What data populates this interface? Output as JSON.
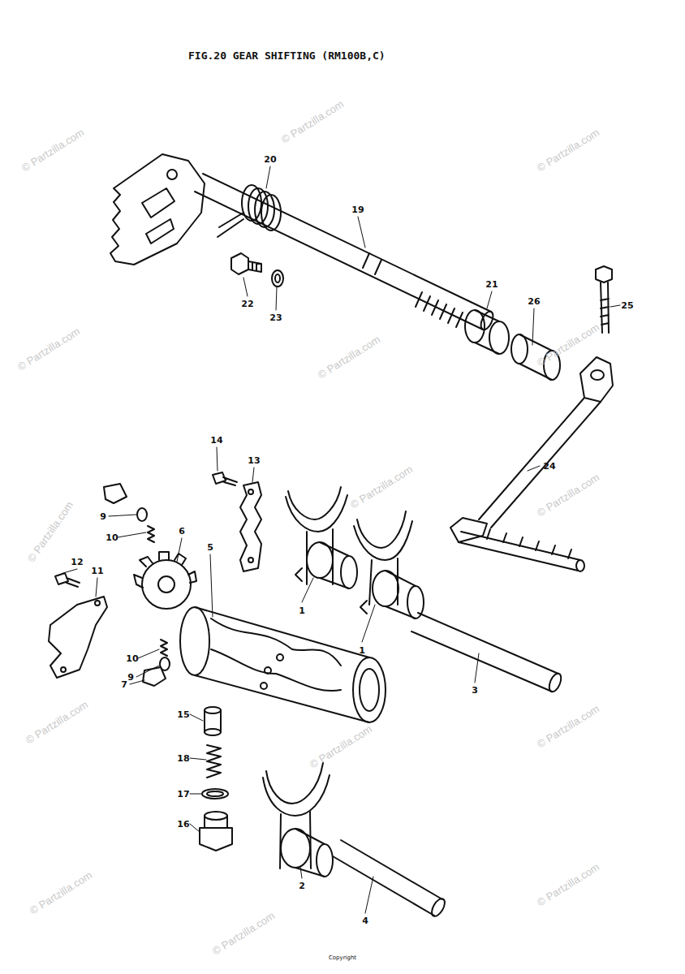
{
  "diagram": {
    "title": "FIG.20 GEAR SHIFTING (RM100B,C)",
    "labels": [
      "20",
      "19",
      "22",
      "23",
      "21",
      "26",
      "25",
      "24",
      "14",
      "13",
      "6",
      "5",
      "9",
      "10",
      "12",
      "11",
      "1",
      "1",
      "3",
      "10",
      "9",
      "7",
      "15",
      "18",
      "17",
      "16",
      "2",
      "4",
      "© Partzilla.com",
      "© Partzilla.com",
      "© Partzilla.com",
      "© Partzilla.com",
      "© Partzilla.com",
      "© Partzilla.com",
      "© Partzilla.com",
      "© Partzilla.com",
      "© Partzilla.com",
      "© Partzilla.com",
      "© Partzilla.com",
      "© Partzilla.com",
      "© Partzilla.com",
      "© Partzilla.com",
      "© Partzilla.com",
      "Copyright"
    ]
  }
}
